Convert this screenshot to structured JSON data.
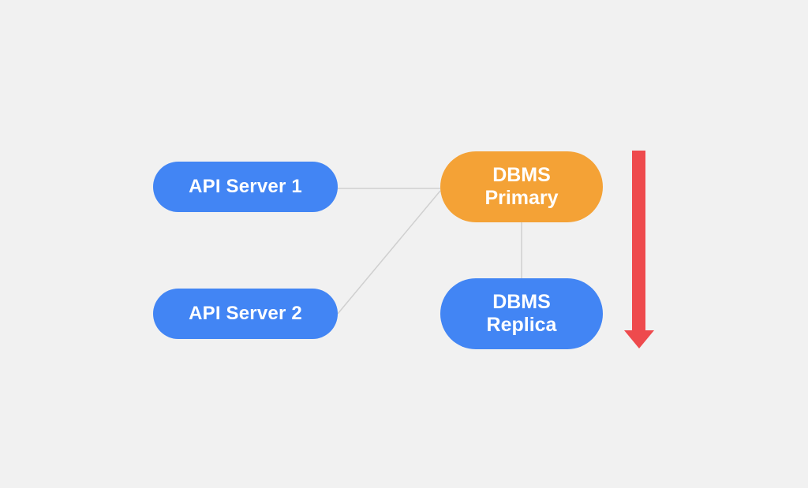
{
  "colors": {
    "background": "#f1f1f1",
    "api_node": "#4285f4",
    "primary_node": "#f4a236",
    "replica_node": "#4285f4",
    "connector": "#cfcfcf",
    "arrow": "#ee4a4d"
  },
  "nodes": {
    "api_server_1": {
      "label": "API Server 1"
    },
    "api_server_2": {
      "label": "API Server 2"
    },
    "dbms_primary": {
      "line1": "DBMS",
      "line2": "Primary"
    },
    "dbms_replica": {
      "line1": "DBMS",
      "line2": "Replica"
    }
  },
  "icons": {
    "flow_arrow": "down-arrow-icon"
  }
}
